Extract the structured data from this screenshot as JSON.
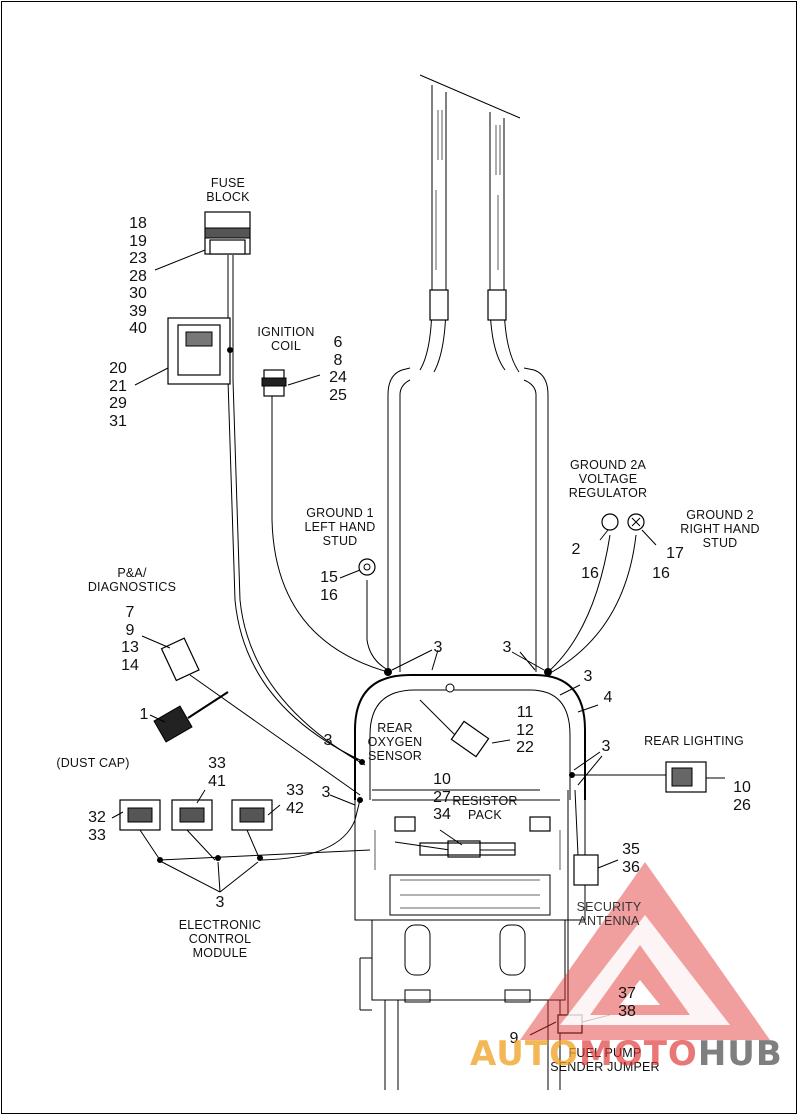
{
  "labels": {
    "fuse_block": "FUSE\nBLOCK",
    "ignition_coil": "IGNITION\nCOIL",
    "ground_2a": "GROUND 2A\nVOLTAGE\nREGULATOR",
    "ground_2": "GROUND 2\nRIGHT HAND\nSTUD",
    "ground_1": "GROUND 1\nLEFT HAND\nSTUD",
    "pa_diagnostics": "P&A/\nDIAGNOSTICS",
    "rear_oxygen_sensor": "REAR\nOXYGEN\nSENSOR",
    "rear_lighting": "REAR LIGHTING",
    "dust_cap": "(DUST CAP)",
    "resistor_pack": "RESISTOR\nPACK",
    "ecm": "ELECTRONIC\nCONTROL\nMODULE",
    "security_antenna": "SECURITY\nANTENNA",
    "fuel_pump": "FUEL PUMP\nSENDER JUMPER"
  },
  "callouts": {
    "fuse_block_parts": "18\n19\n23\n28\n30\n39\n40",
    "relay_parts": "20\n21\n29\n31",
    "coil_parts": "6\n8\n24\n25",
    "g2a_left": "2",
    "g2a_right": "17",
    "g2a_16a": "16",
    "g2a_16b": "16",
    "g1_parts": "15\n16",
    "pa_parts": "7\n9\n13\n14",
    "dust_cap_part": "1",
    "clip_top_left": "3",
    "clip_top_right": "3",
    "clip_right_upper": "3",
    "item_4": "4",
    "o2_parts": "11\n12\n22",
    "clip_left_mid": "3",
    "clip_right_mid": "3",
    "rear_light_parts": "10\n26",
    "ecm_mid_parts": "33\n41",
    "ecm_right_parts": "33\n42",
    "ecm_left_parts": "32\n33",
    "clip_left_low": "3",
    "resistor_parts": "10\n27\n34",
    "antenna_parts": "35\n36",
    "ecm_clip": "3",
    "fuel_parts": "37\n38",
    "fuel_9": "9"
  },
  "watermark": {
    "part1": "AUTO",
    "part2": "MOTO",
    "part3": "HUB",
    "color_orange": "#f0a020",
    "color_red": "#e03030",
    "color_gray": "#555555"
  }
}
